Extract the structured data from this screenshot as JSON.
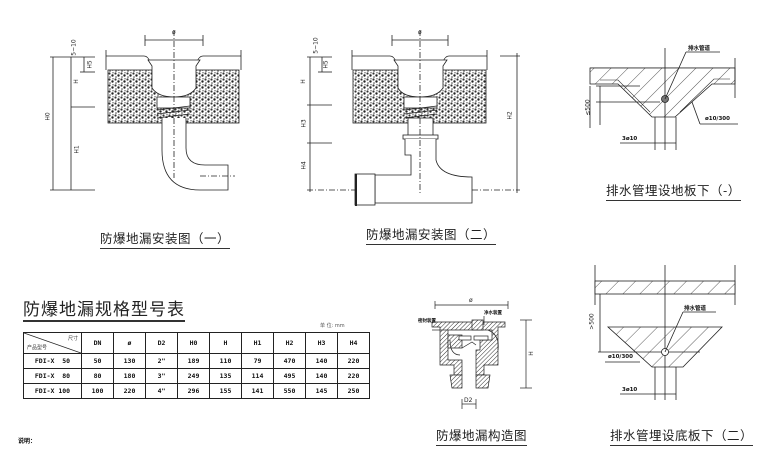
{
  "drawings": {
    "install_1": {
      "caption": "防爆地漏安装图（一）",
      "dims": {
        "phi": "ø",
        "gap": "5~10",
        "h5": "H5",
        "h": "H",
        "h0": "H0",
        "h1": "H1"
      }
    },
    "install_2": {
      "caption": "防爆地漏安装图（二）",
      "dims": {
        "phi": "ø",
        "gap": "5~10",
        "h5": "H5",
        "h": "H",
        "h3": "H3",
        "h4": "H4",
        "h2": "H2"
      }
    },
    "pipe_under_floor_1": {
      "caption": "排水管埋设地板下（-）",
      "labels": {
        "pipe": "排水管道",
        "depth": "≤500",
        "rebar": "ø10/300",
        "bars": "3ø10"
      }
    },
    "structure": {
      "caption": "防爆地漏构造图",
      "labels": {
        "seal": "密封装置",
        "filter": "净水装置",
        "phi": "ø",
        "h": "H",
        "d2": "D2"
      }
    },
    "pipe_under_floor_2": {
      "caption": "排水管埋设底板下（二）",
      "labels": {
        "pipe": "排水管道",
        "depth": ">500",
        "rebar": "ø10/300",
        "bars": "3ø10"
      }
    }
  },
  "spec_table": {
    "title": "防爆地漏规格型号表",
    "unit": "单 位: mm",
    "corner_top": "尺寸",
    "corner_bottom": "产品型号",
    "columns": [
      "DN",
      "ø",
      "D2",
      "H0",
      "H",
      "H1",
      "H2",
      "H3",
      "H4"
    ],
    "rows": [
      {
        "model": "FDI-X  50",
        "values": [
          "50",
          "130",
          "2\"",
          "189",
          "110",
          "79",
          "470",
          "140",
          "220"
        ]
      },
      {
        "model": "FDI-X  80",
        "values": [
          "80",
          "180",
          "3\"",
          "249",
          "135",
          "114",
          "495",
          "140",
          "220"
        ]
      },
      {
        "model": "FDI-X 100",
        "values": [
          "100",
          "220",
          "4\"",
          "296",
          "155",
          "141",
          "550",
          "145",
          "250"
        ]
      }
    ]
  },
  "note_label": "说明："
}
